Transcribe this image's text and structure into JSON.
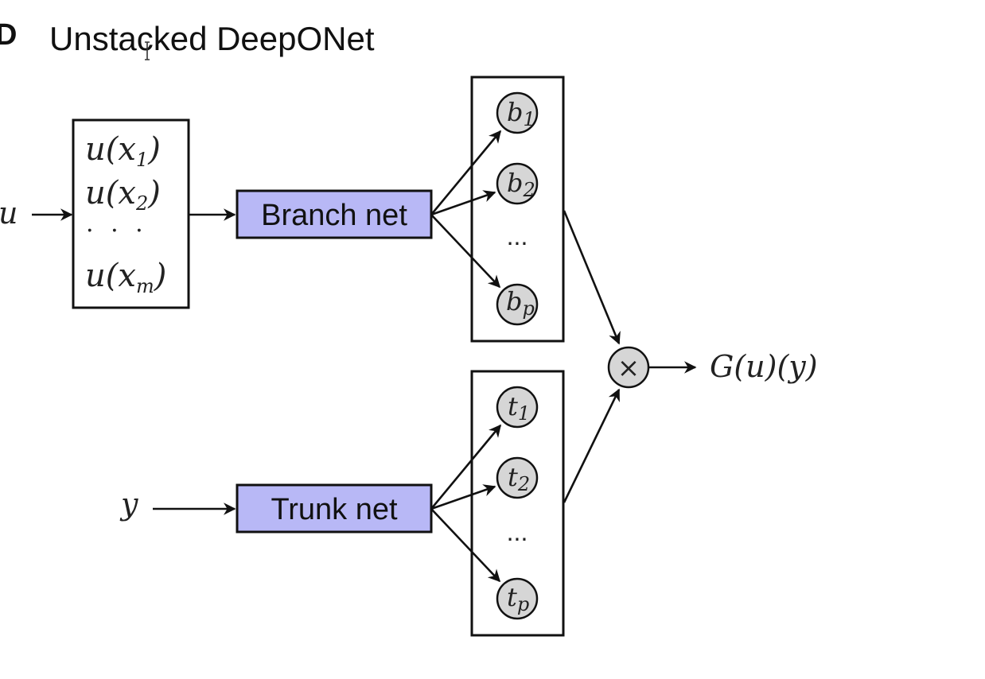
{
  "panel": {
    "letter": "D",
    "title": "Unstacked DeepONet"
  },
  "inputs": {
    "u_symbol": "u",
    "y_symbol": "y",
    "sensor_values": [
      {
        "base": "u(x",
        "sub": "1",
        "close": ")"
      },
      {
        "base": "u(x",
        "sub": "2",
        "close": ")"
      },
      {
        "base": "u(x",
        "sub": "m",
        "close": ")"
      }
    ],
    "sensor_ellipsis": "· · ·"
  },
  "branch": {
    "label": "Branch net",
    "outputs": [
      {
        "base": "b",
        "sub": "1"
      },
      {
        "base": "b",
        "sub": "2"
      },
      {
        "base": "b",
        "sub": "p"
      }
    ],
    "ellipsis": "..."
  },
  "trunk": {
    "label": "Trunk net",
    "outputs": [
      {
        "base": "t",
        "sub": "1"
      },
      {
        "base": "t",
        "sub": "2"
      },
      {
        "base": "t",
        "sub": "p"
      }
    ],
    "ellipsis": "..."
  },
  "combine": {
    "operator": "×",
    "output_label": "G(u)(y)"
  },
  "colors": {
    "net_fill": "#b8b8f6",
    "node_fill": "#d6d6d6",
    "stroke": "#111111"
  }
}
